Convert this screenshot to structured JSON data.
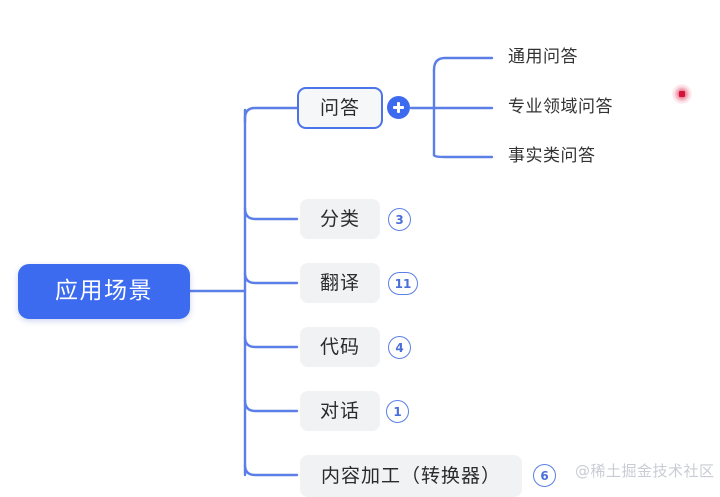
{
  "canvas": {
    "background": "#ffffff",
    "accent_color": "#3d6bf0",
    "edge_color": "#5b7fe6",
    "node_fill": "#f1f2f4"
  },
  "root": {
    "label": "应用场景",
    "text_color": "#ffffff",
    "fill": "#3d6bf0"
  },
  "branches": [
    {
      "label": "问答",
      "selected": true,
      "badge": null,
      "expand_button": "+",
      "children": [
        {
          "label": "通用问答"
        },
        {
          "label": "专业领域问答"
        },
        {
          "label": "事实类问答"
        }
      ]
    },
    {
      "label": "分类",
      "selected": false,
      "badge": "3",
      "expand_button": null,
      "children": []
    },
    {
      "label": "翻译",
      "selected": false,
      "badge": "11",
      "expand_button": null,
      "children": []
    },
    {
      "label": "代码",
      "selected": false,
      "badge": "4",
      "expand_button": null,
      "children": []
    },
    {
      "label": "对话",
      "selected": false,
      "badge": "1",
      "expand_button": null,
      "children": []
    },
    {
      "label": "内容加工（转换器）",
      "selected": false,
      "badge": "6",
      "expand_button": null,
      "children": []
    }
  ],
  "cursor": {
    "name": "pointer-dot",
    "color": "#d4133c"
  },
  "watermark": {
    "text": "@稀土掘金技术社区",
    "color": "#c9ccd4"
  }
}
